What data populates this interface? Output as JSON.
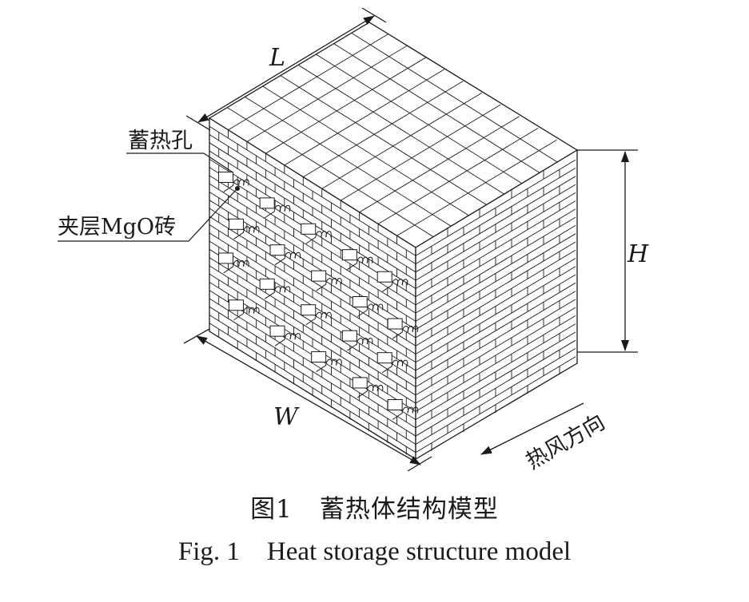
{
  "figure": {
    "dimension_labels": {
      "length": "L",
      "width": "W",
      "height": "H"
    },
    "callouts": {
      "storage_hole": "蓄热孔",
      "interlayer_brick": "夹层MgO砖"
    },
    "airflow_label": "热风方向"
  },
  "caption": {
    "cn_number": "图1",
    "cn_title": "蓄热体结构模型",
    "en_number": "Fig. 1",
    "en_title": "Heat storage structure model"
  }
}
